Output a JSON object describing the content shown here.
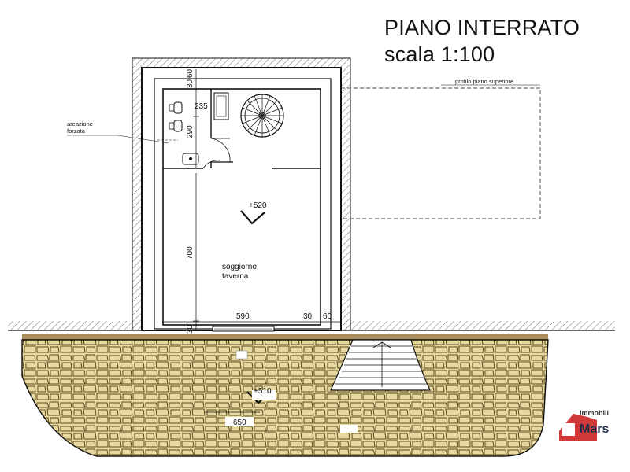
{
  "title": {
    "line1": "PIANO INTERRATO",
    "line2": "scala 1:100"
  },
  "labels": {
    "profile": "profilo piano superiore",
    "ventilation_line1": "areazione",
    "ventilation_line2": "forzata",
    "room_line1": "soggiorno",
    "room_line2": "taverna"
  },
  "levels": {
    "interior": "+520",
    "exterior": "+510"
  },
  "dimensions": {
    "d30_top": "30",
    "d60_top": "60",
    "d235": "235",
    "d290": "290",
    "d700": "700",
    "d30_bottom": "30",
    "d590": "590",
    "d30_right": "30",
    "d60_right": "60",
    "d650": "650"
  },
  "logo": {
    "line1": "Immobili",
    "line2": "Mars"
  },
  "colors": {
    "line": "#111111",
    "hatch": "#6a6a6a",
    "stone_fill": "#e8d9a0",
    "stone_stroke": "#5a4a20",
    "soil": "#a88c5c",
    "logo_red": "#d23a3a",
    "logo_navy": "#1f2f4a"
  }
}
